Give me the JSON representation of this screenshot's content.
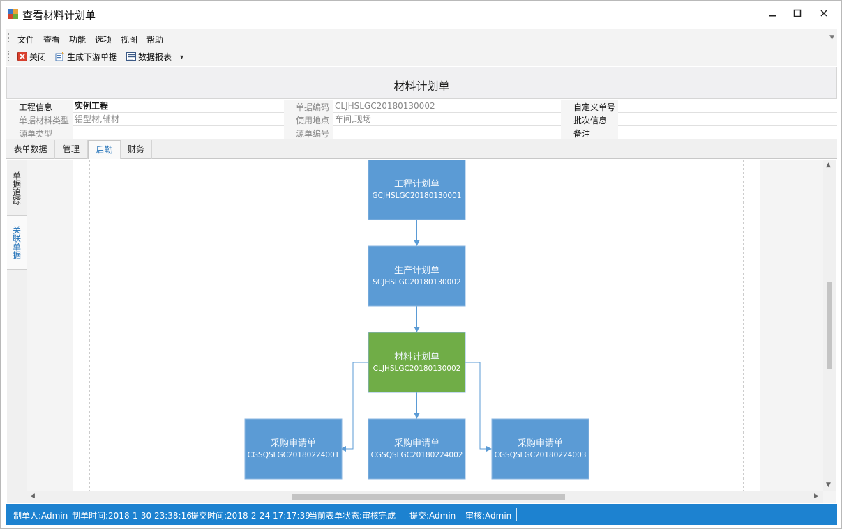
{
  "window": {
    "title": "查看材料计划单"
  },
  "menu": [
    "文件",
    "查看",
    "功能",
    "选项",
    "视图",
    "帮助"
  ],
  "toolbar": {
    "close": "关闭",
    "generate": "生成下游单据",
    "report": "数据报表"
  },
  "banner_title": "材料计划单",
  "form": {
    "project_label": "工程信息",
    "project_value": "实例工程",
    "code_label": "单据编码",
    "code_value": "CLJHSLGC20180130002",
    "custom_no_label": "自定义单号",
    "custom_no_value": "",
    "material_type_label": "单据材料类型",
    "material_type_value": "铝型材,辅材",
    "location_label": "使用地点",
    "location_value": "车间,现场",
    "batch_label": "批次信息",
    "batch_value": "",
    "source_type_label": "源单类型",
    "source_type_value": "",
    "source_no_label": "源单编号",
    "source_no_value": "",
    "remark_label": "备注",
    "remark_value": ""
  },
  "tabs": [
    {
      "label": "表单数据",
      "active": false
    },
    {
      "label": "管理",
      "active": false
    },
    {
      "label": "后勤",
      "active": true
    },
    {
      "label": "财务",
      "active": false
    }
  ],
  "side_tabs": [
    {
      "label": "单据追踪",
      "active": false
    },
    {
      "label": "关联单据",
      "active": true
    }
  ],
  "flow": {
    "nodes": [
      {
        "id": "n1",
        "title": "工程计划单",
        "code": "GCJHSLGC20180130001",
        "status": "normal"
      },
      {
        "id": "n2",
        "title": "生产计划单",
        "code": "SCJHSLGC20180130002",
        "status": "normal"
      },
      {
        "id": "n3",
        "title": "材料计划单",
        "code": "CLJHSLGC20180130002",
        "status": "current"
      },
      {
        "id": "n4",
        "title": "采购申请单",
        "code": "CGSQSLGC20180224001",
        "status": "normal"
      },
      {
        "id": "n5",
        "title": "采购申请单",
        "code": "CGSQSLGC20180224002",
        "status": "normal"
      },
      {
        "id": "n6",
        "title": "采购申请单",
        "code": "CGSQSLGC20180224003",
        "status": "normal"
      }
    ],
    "colors": {
      "normal": "#5b9bd5",
      "current": "#70ad47",
      "border": "#8ab4e0",
      "line": "#5b9bd5"
    }
  },
  "status": {
    "creator": "制单人:Admin",
    "created_time": "制单时间:2018-1-30 23:38:16",
    "submit_time": "提交时间:2018-2-24 17:17:39",
    "state": "当前表单状态:审核完成",
    "submitter": "提交:Admin",
    "auditor": "审核:Admin"
  }
}
